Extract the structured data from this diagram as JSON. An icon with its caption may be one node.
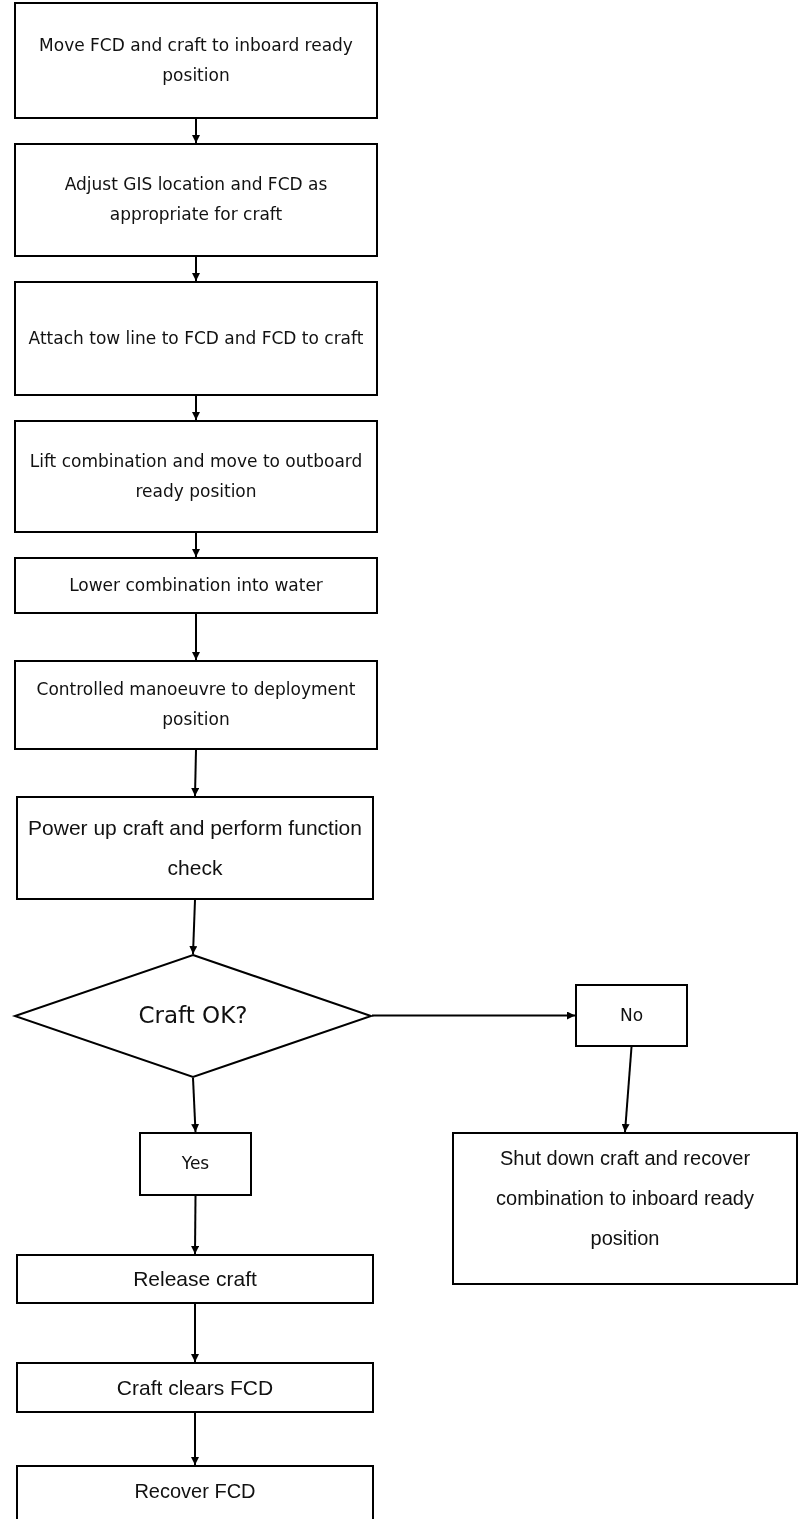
{
  "diagram": {
    "nodes": [
      {
        "text": [
          "Move FCD and craft to inboard ready position"
        ]
      },
      {
        "text": [
          "Adjust GIS location and FCD as appropriate for craft"
        ]
      },
      {
        "text": [
          "Attach tow line to FCD and FCD to craft"
        ]
      },
      {
        "text": [
          "Lift combination and move to outboard ready position"
        ]
      },
      {
        "text": [
          "Lower combination into water"
        ]
      },
      {
        "text": [
          "Controlled manoeuvre to deployment position"
        ]
      },
      {
        "text": [
          "Power up craft and perform function check"
        ]
      },
      {
        "text": [
          "Craft OK?"
        ]
      },
      {
        "text": [
          "No"
        ]
      },
      {
        "text": [
          "Yes"
        ]
      },
      {
        "text": [
          "Shut down craft and recover combination to inboard ready position"
        ]
      },
      {
        "text": [
          "Release craft"
        ]
      },
      {
        "text": [
          "Craft clears FCD"
        ]
      },
      {
        "text": [
          "Recover FCD"
        ]
      }
    ],
    "edges": [
      {
        "from": 0,
        "to": 1,
        "arrow": "to"
      },
      {
        "from": 1,
        "to": 2,
        "arrow": "to"
      },
      {
        "from": 2,
        "to": 3,
        "arrow": "to"
      },
      {
        "from": 3,
        "to": 4,
        "arrow": "to"
      },
      {
        "from": 4,
        "to": 5,
        "arrow": "to"
      },
      {
        "from": 5,
        "to": 6,
        "arrow": "to"
      },
      {
        "from": 6,
        "to": 7,
        "arrow": "to"
      },
      {
        "from": 7,
        "to": 8,
        "arrow": "to"
      },
      {
        "from": 8,
        "to": 10,
        "arrow": "to"
      },
      {
        "from": 7,
        "to": 9,
        "arrow": "to"
      },
      {
        "from": 9,
        "to": 11,
        "arrow": "to"
      },
      {
        "from": 11,
        "to": 12,
        "arrow": "to"
      },
      {
        "from": 12,
        "to": 13,
        "arrow": "to"
      }
    ]
  }
}
